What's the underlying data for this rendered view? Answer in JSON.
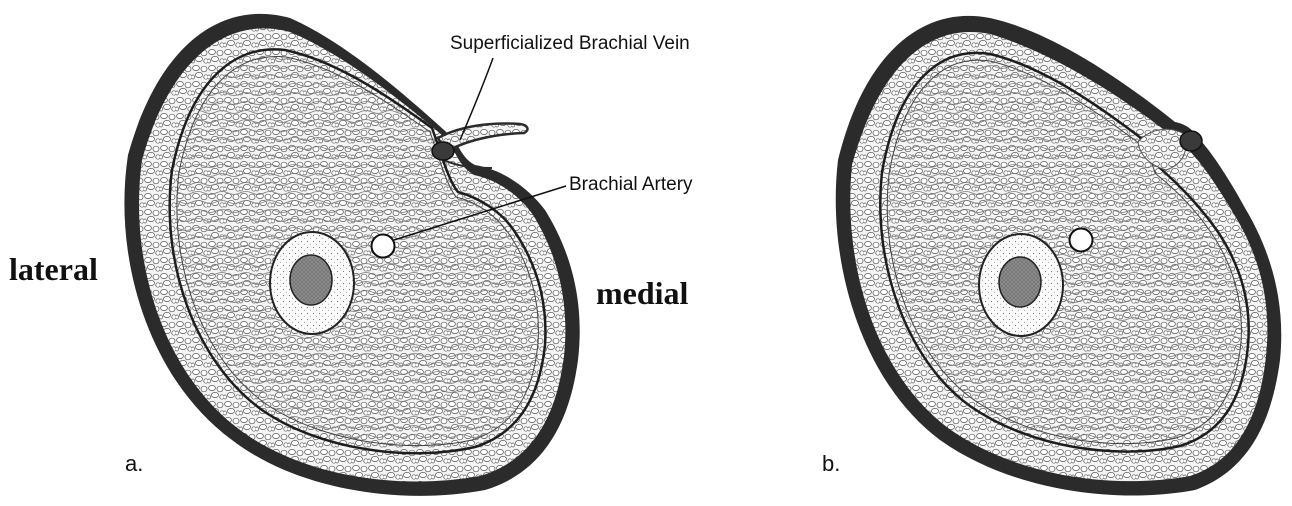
{
  "labels": {
    "superficialized_vein": "Superficialized Brachial Vein",
    "brachial_artery": "Brachial Artery",
    "lateral": "lateral",
    "medial": "medial",
    "panel_a": "a.",
    "panel_b": "b."
  }
}
